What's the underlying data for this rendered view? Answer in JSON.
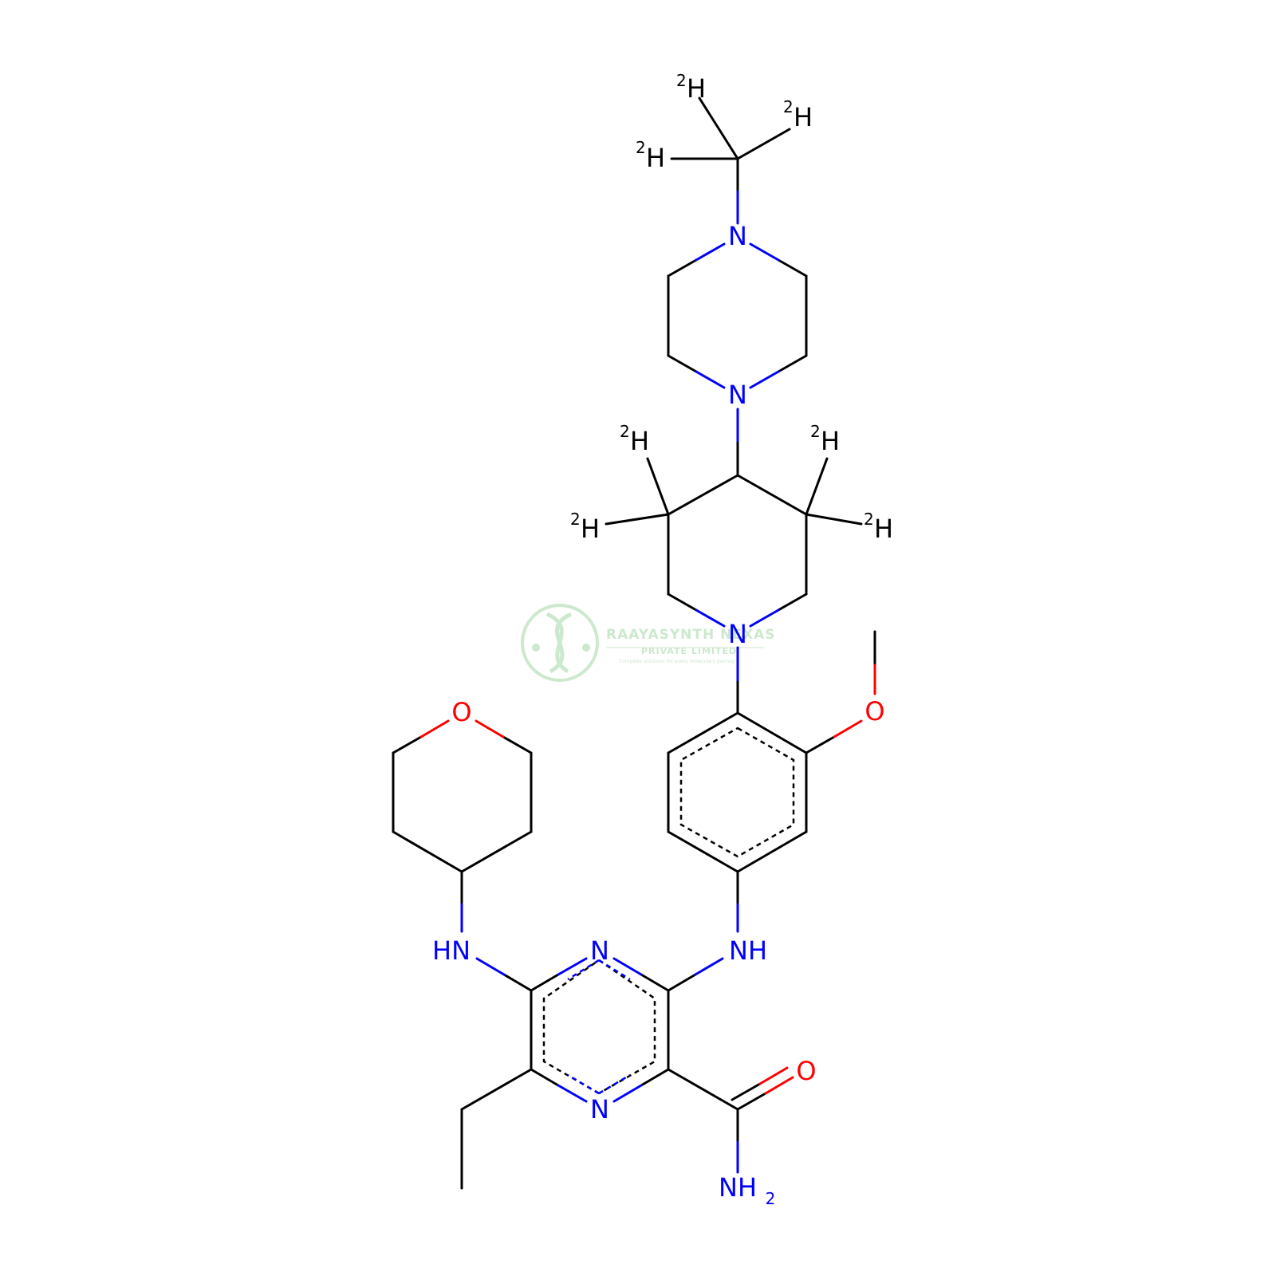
{
  "labels": {
    "n_methyl": "N",
    "n_pip_bottom": "N",
    "n_piperidine": "N",
    "o_methoxy": "O",
    "o_oxane": "O",
    "nh_left": "HN",
    "nh_right": "NH",
    "n_pyrazine_top": "N",
    "n_pyrazine_bottom": "N",
    "o_carbonyl": "O",
    "nh2": "NH",
    "nh2_sub": "2",
    "d_label": "H",
    "d_isotope": "2"
  },
  "colors": {
    "bond": "#000000",
    "nitrogen": "#0000ff",
    "oxygen": "#ff0000",
    "watermark": "#4caf50"
  },
  "watermark": {
    "title": "RAAYASYNTH NEXAS",
    "subtitle": "PRIVATE LIMITED",
    "tagline": "Complete solutions for every molecule's journey"
  }
}
